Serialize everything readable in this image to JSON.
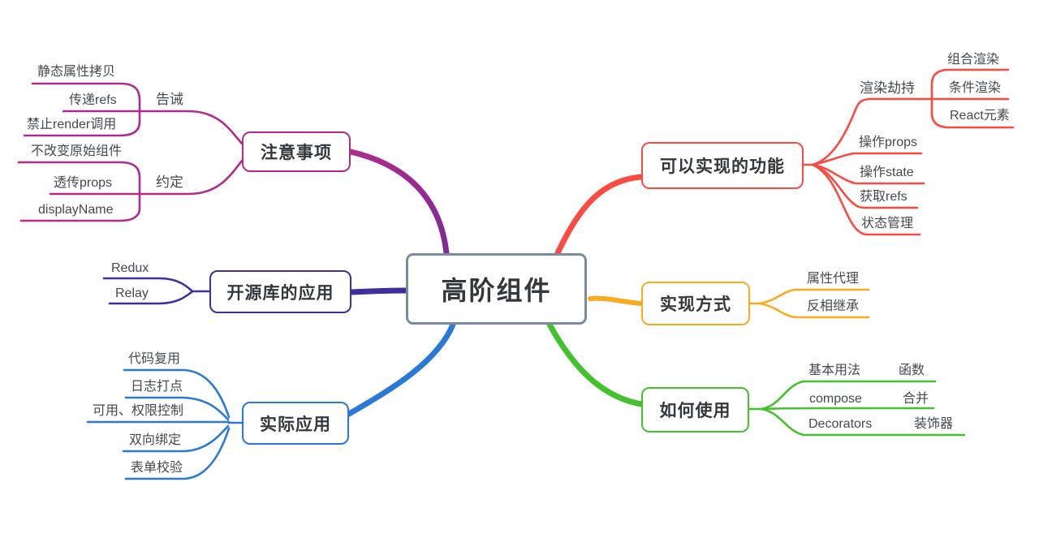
{
  "central": {
    "label": "高阶组件"
  },
  "colors": {
    "central_border": "#7b8a9d",
    "notes": "#b12b8d",
    "notes_gradient_end": "#7e2a95",
    "opensource": "#402d9f",
    "practical": "#2a79d7",
    "features": "#fa4a42",
    "methods": "#fbaa1f",
    "usage": "#44c22d",
    "title_text": "#33383d",
    "label_text": "#44494e"
  },
  "branches": [
    {
      "id": "notes",
      "label": "注意事项",
      "color": "#b12b8d",
      "groups": [
        {
          "label": "告诫",
          "children": [
            {
              "label": "静态属性拷贝"
            },
            {
              "label": "传递refs"
            },
            {
              "label": "禁止render调用"
            }
          ]
        },
        {
          "label": "约定",
          "children": [
            {
              "label": "不改变原始组件"
            },
            {
              "label": "透传props"
            },
            {
              "label": "displayName"
            }
          ]
        }
      ]
    },
    {
      "id": "opensource",
      "label": "开源库的应用",
      "color": "#402d9f",
      "children": [
        {
          "label": "Redux"
        },
        {
          "label": "Relay"
        }
      ]
    },
    {
      "id": "practical",
      "label": "实际应用",
      "color": "#2a79d7",
      "children": [
        {
          "label": "代码复用"
        },
        {
          "label": "日志打点"
        },
        {
          "label": "可用、权限控制"
        },
        {
          "label": "双向绑定"
        },
        {
          "label": "表单校验"
        }
      ]
    },
    {
      "id": "features",
      "label": "可以实现的功能",
      "color": "#fa4a42",
      "children": [
        {
          "label": "渲染劫持",
          "children": [
            {
              "label": "组合渲染"
            },
            {
              "label": "条件渲染"
            },
            {
              "label": "React元素"
            }
          ]
        },
        {
          "label": "操作props"
        },
        {
          "label": "操作state"
        },
        {
          "label": "获取refs"
        },
        {
          "label": "状态管理"
        }
      ]
    },
    {
      "id": "methods",
      "label": "实现方式",
      "color": "#fbaa1f",
      "children": [
        {
          "label": "属性代理"
        },
        {
          "label": "反相继承"
        }
      ]
    },
    {
      "id": "usage",
      "label": "如何使用",
      "color": "#44c22d",
      "children": [
        {
          "label": "基本用法",
          "child": {
            "label": "函数"
          }
        },
        {
          "label": "compose",
          "child": {
            "label": "合并"
          }
        },
        {
          "label": "Decorators",
          "child": {
            "label": "装饰器"
          }
        }
      ]
    }
  ]
}
